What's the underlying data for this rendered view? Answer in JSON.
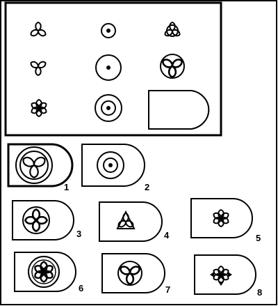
{
  "puzzle": {
    "matrix": {
      "rows": [
        [
          "three-petal-propeller",
          "small-circle-with-dot",
          "triquetra-knot"
        ],
        [
          "three-petal-propeller-rotated",
          "large-circle-with-dot",
          "circle-with-three-petals"
        ],
        [
          "six-petal-flower",
          "concentric-circles-with-dot",
          "blank-answer-tag"
        ]
      ]
    },
    "options": [
      {
        "label": "1",
        "symbol": "circle-with-three-petals-double-ring"
      },
      {
        "label": "2",
        "symbol": "concentric-circles-with-dot"
      },
      {
        "label": "3",
        "symbol": "circle-with-four-petals"
      },
      {
        "label": "4",
        "symbol": "triquetra-knot"
      },
      {
        "label": "5",
        "symbol": "six-petal-flower"
      },
      {
        "label": "6",
        "symbol": "circle-with-six-petal-flower"
      },
      {
        "label": "7",
        "symbol": "circle-with-three-petals"
      },
      {
        "label": "8",
        "symbol": "flower-with-arrows"
      }
    ]
  }
}
